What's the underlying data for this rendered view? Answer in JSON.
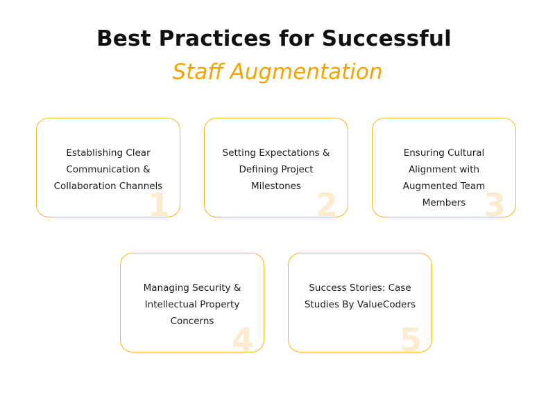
{
  "title": {
    "line1": "Best Practices for Successful",
    "line2": "Staff Augmentation"
  },
  "cards": [
    {
      "number": "1",
      "text": "Establishing Clear Communication & Collaboration Channels"
    },
    {
      "number": "2",
      "text": "Setting Expectations & Defining Project Milestones"
    },
    {
      "number": "3",
      "text": "Ensuring Cultural Alignment with Augmented Team Members"
    },
    {
      "number": "4",
      "text": "Managing Security & Intellectual Property Concerns"
    },
    {
      "number": "5",
      "text": "Success Stories: Case Studies By ValueCoders"
    }
  ],
  "colors": {
    "accent": "#f4a300",
    "border": "#f4b41a",
    "number_watermark": "#fdebd0"
  }
}
